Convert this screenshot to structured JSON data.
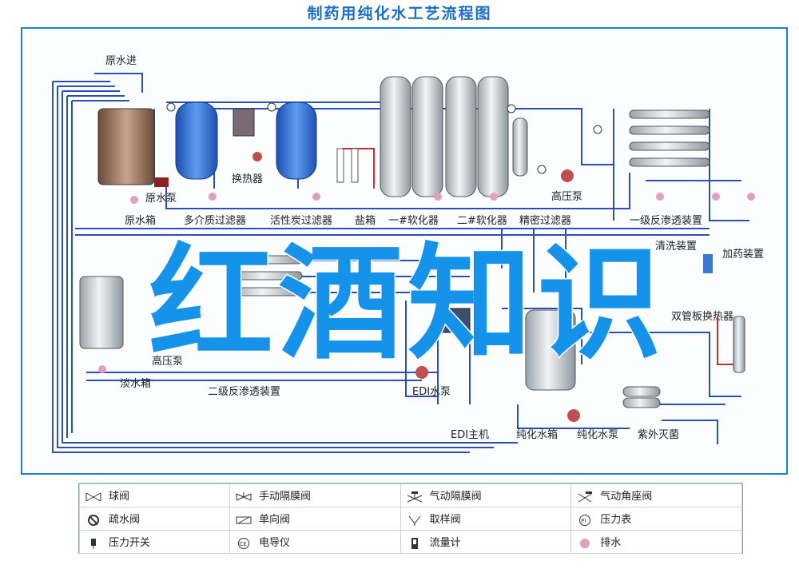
{
  "title": "制药用纯化水工艺流程图",
  "watermark": "红酒知识",
  "colors": {
    "title": "#1a6fc4",
    "pipe": "#2a4fb5",
    "frame": "#1f7fd0",
    "watermark": "#1593ea",
    "tank_blue": "#3a78d8",
    "drain": "#e0a0c0",
    "pump": "#c0504d"
  },
  "labels": {
    "raw_water_in": "原水进",
    "raw_pump": "原水泵",
    "raw_tank": "原水箱",
    "multi_media_filter": "多介质过滤器",
    "heat_exchanger": "换热器",
    "carbon_filter": "活性炭过滤器",
    "salt": "盐箱",
    "softener_1": "一#软化器",
    "softener_2": "二#软化器",
    "precision_filter": "精密过滤器",
    "hp_pump": "高压泵",
    "ro_1": "一级反渗透装置",
    "cleaning_device": "清洗装置",
    "dosing_device": "加药装置",
    "double_tube_hx": "双管板换热器",
    "hp_pump_2": "高压泵",
    "fresh_tank": "淡水箱",
    "ro_2": "二级反渗透装置",
    "edi_pump": "EDI水泵",
    "edi_main": "EDI主机",
    "pure_tank": "纯化水箱",
    "pure_pump": "纯化水泵",
    "uv": "紫外灭菌"
  },
  "legend": [
    [
      {
        "icon": "ball-valve-icon",
        "label": "球阀"
      },
      {
        "icon": "manual-diaphragm-valve-icon",
        "label": "手动隔膜阀"
      },
      {
        "icon": "pneumatic-diaphragm-valve-icon",
        "label": "气动隔膜阀"
      },
      {
        "icon": "pneumatic-angle-valve-icon",
        "label": "气动角座阀"
      }
    ],
    [
      {
        "icon": "drain-valve-icon",
        "label": "疏水阀"
      },
      {
        "icon": "check-valve-icon",
        "label": "单向阀"
      },
      {
        "icon": "sampling-valve-icon",
        "label": "取样阀"
      },
      {
        "icon": "pressure-gauge-icon",
        "label": "压力表"
      }
    ],
    [
      {
        "icon": "pressure-switch-icon",
        "label": "压力开关"
      },
      {
        "icon": "conductivity-meter-icon",
        "label": "电导仪"
      },
      {
        "icon": "flow-meter-icon",
        "label": "流量计"
      },
      {
        "icon": "drain-icon",
        "label": "排水"
      }
    ]
  ]
}
